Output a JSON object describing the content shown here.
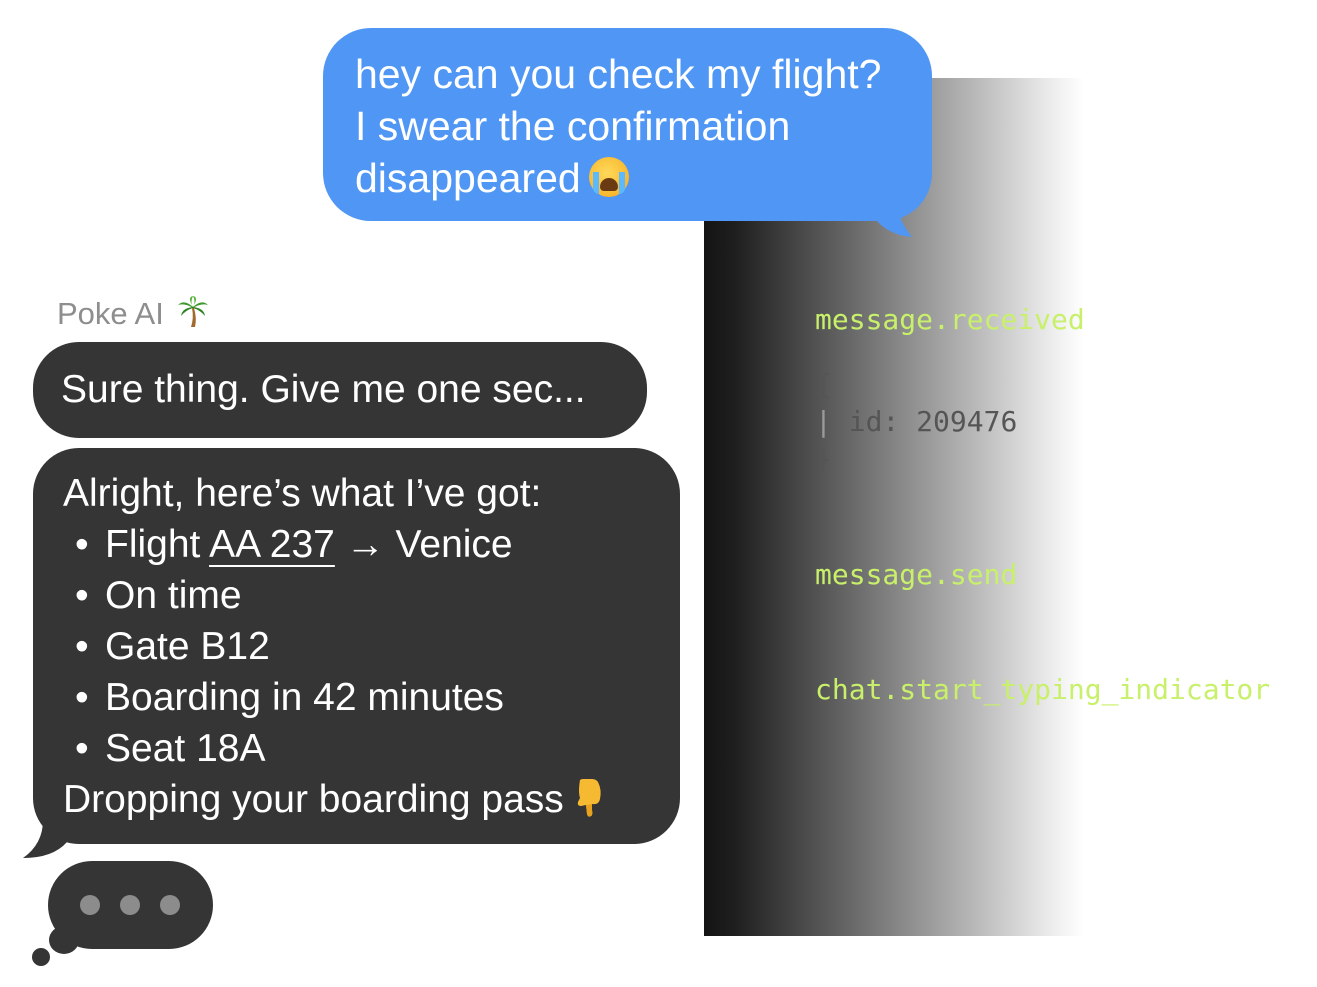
{
  "conversation": {
    "user_message": {
      "lines": [
        "hey can you check my flight?",
        "I swear the confirmation",
        "disappeared"
      ],
      "emoji": "loudly-crying-face"
    },
    "assistant": {
      "sender_name": "Poke AI",
      "sender_emoji": "palm-tree",
      "message_1": "Sure thing. Give me one sec...",
      "message_2": {
        "intro": "Alright, here’s what I’ve got:",
        "bullet_symbol": "•",
        "flight_prefix": "Flight",
        "flight_number": "AA 237",
        "arrow": "→",
        "destination": "Venice",
        "items": [
          "On time",
          "Gate B12",
          "Boarding in 42 minutes",
          "Seat 18A"
        ],
        "closing": "Dropping your boarding pass",
        "closing_emoji": "backhand-index-pointing-down"
      },
      "typing_indicator": true
    }
  },
  "event_log": {
    "events": [
      {
        "name": "message.received"
      },
      {
        "name": "message.send"
      },
      {
        "name": "chat.start_typing_indicator"
      }
    ],
    "payload": {
      "open": "{",
      "pipe": "|",
      "key": "id:",
      "value": "209476",
      "close": "}"
    }
  },
  "colors": {
    "user_bubble": "#4f96f5",
    "assistant_bubble": "#353535",
    "event_name": "#c8f06a",
    "sender_label": "#8e8e8e"
  }
}
